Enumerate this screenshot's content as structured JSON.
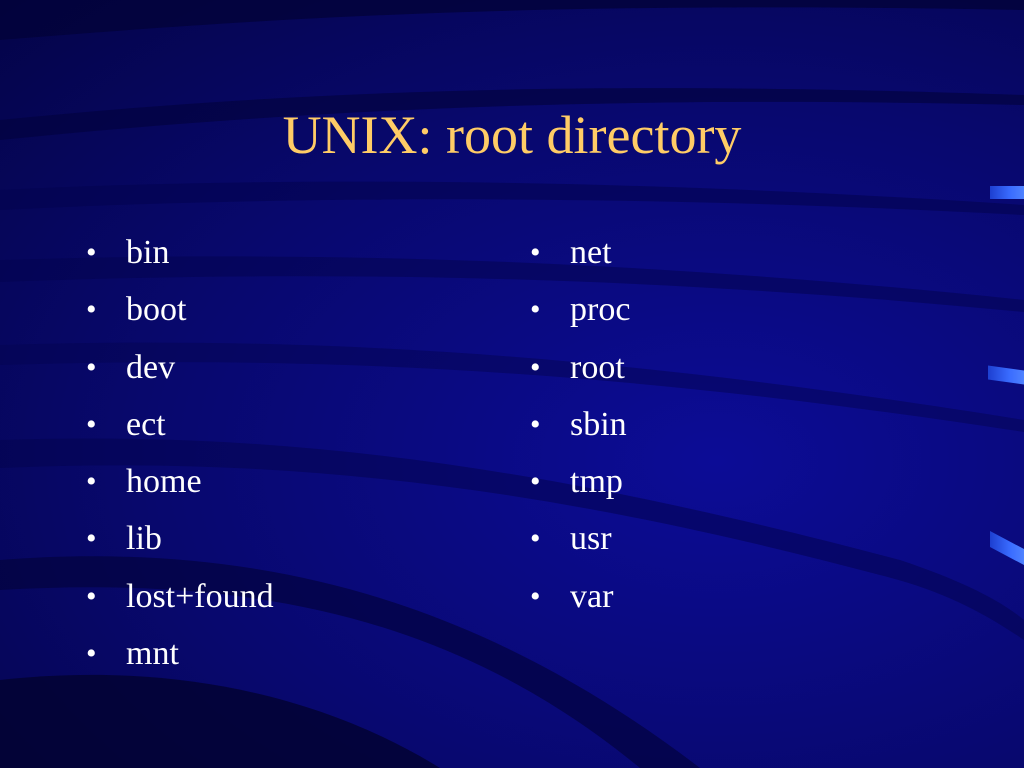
{
  "slide": {
    "title": "UNIX: root directory",
    "left_items": [
      "bin",
      "boot",
      "dev",
      "ect",
      "home",
      "lib",
      "lost+found",
      "mnt"
    ],
    "right_items": [
      "net",
      "proc",
      "root",
      "sbin",
      "tmp",
      "usr",
      "var"
    ],
    "bullet_glyph": "•"
  },
  "colors": {
    "background": "#0a0a7a",
    "title": "#ffcc66",
    "text": "#ffffff",
    "accent": "#3a6cff"
  }
}
